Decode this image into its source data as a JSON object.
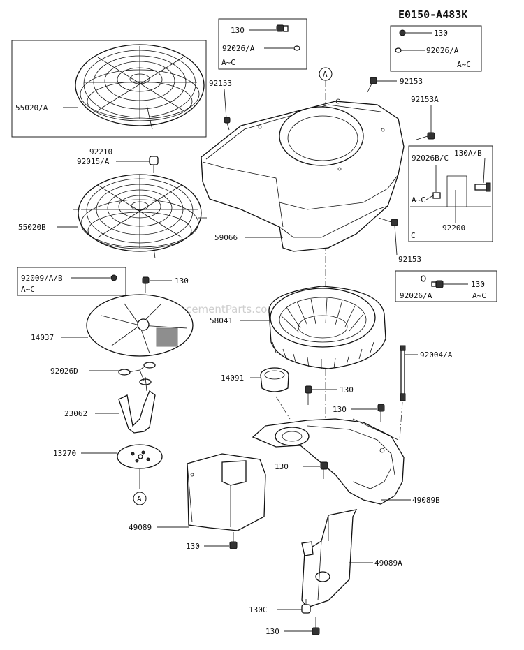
{
  "diagram_id": "E0150-A483K",
  "watermark": "eReplacementParts.com",
  "ref_marker": "A",
  "labels": {
    "l_130_top": "130",
    "l_92026a_top": "92026/A",
    "l_ac_topbox": "A~C",
    "l_130_tr": "130",
    "l_92026a_tr": "92026/A",
    "l_ac_tr": "A~C",
    "l_55020a": "55020/A",
    "l_92153_a": "92153",
    "l_92153_b": "92153",
    "l_92153a": "92153A",
    "l_92210": "92210",
    "l_92015a": "92015/A",
    "l_92026bc": "92026B/C",
    "l_130ab": "130A/B",
    "l_ac_mid": "A~C",
    "l_92200": "92200",
    "l_c": "C",
    "l_55020b": "55020B",
    "l_59066": "59066",
    "l_92153_c": "92153",
    "l_92009ab": "92009/A/B",
    "l_ac_left": "A~C",
    "l_130_fan": "130",
    "l_130_rb": "130",
    "l_92026a_rb": "92026/A",
    "l_ac_rb": "A~C",
    "l_58041": "58041",
    "l_14037": "14037",
    "l_92004a": "92004/A",
    "l_92026d": "92026D",
    "l_14091": "14091",
    "l_130_c1": "130",
    "l_130_c2": "130",
    "l_23062": "23062",
    "l_13270": "13270",
    "l_130_c3": "130",
    "l_49089b": "49089B",
    "l_49089": "49089",
    "l_130_bl": "130",
    "l_49089a": "49089A",
    "l_130c": "130C",
    "l_130_bottom": "130"
  }
}
